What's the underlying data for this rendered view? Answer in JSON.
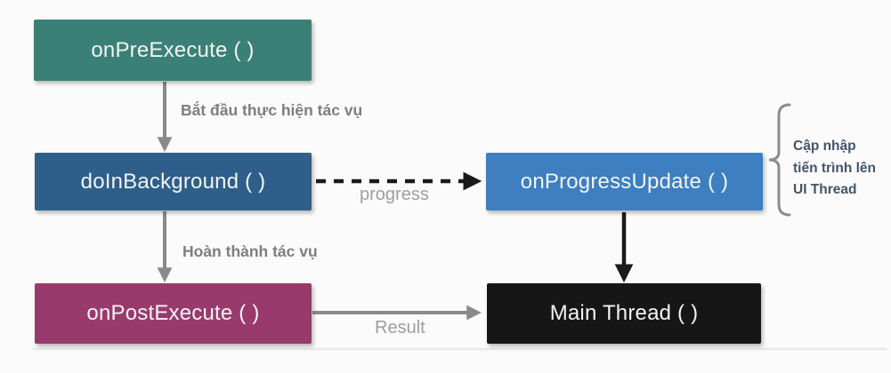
{
  "diagram": {
    "type": "flowchart",
    "subject": "AsyncTask lifecycle",
    "nodes": [
      {
        "id": "onPreExecute",
        "label": "onPreExecute ( )",
        "color": "#3B8076"
      },
      {
        "id": "doInBackground",
        "label": "doInBackground ( )",
        "color": "#2E5F8A"
      },
      {
        "id": "onProgressUpdate",
        "label": "onProgressUpdate ( )",
        "color": "#3D7FC1"
      },
      {
        "id": "onPostExecute",
        "label": "onPostExecute ( )",
        "color": "#993A6C"
      },
      {
        "id": "mainThread",
        "label": "Main Thread ( )",
        "color": "#161616"
      }
    ],
    "edges": [
      {
        "from": "onPreExecute",
        "to": "doInBackground",
        "label": "Bắt đầu thực hiện tác vụ",
        "style": "solid-gray"
      },
      {
        "from": "doInBackground",
        "to": "onProgressUpdate",
        "label": "progress",
        "style": "dashed-black"
      },
      {
        "from": "doInBackground",
        "to": "onPostExecute",
        "label": "Hoàn thành tác vụ",
        "style": "solid-gray"
      },
      {
        "from": "onPostExecute",
        "to": "mainThread",
        "label": "Result",
        "style": "solid-gray"
      },
      {
        "from": "onProgressUpdate",
        "to": "mainThread",
        "label": "",
        "style": "solid-black"
      }
    ],
    "annotation": {
      "lines": [
        "Cập nhập",
        "tiến trình lên",
        "UI Thread"
      ]
    },
    "colors": {
      "arrow_gray": "#8a8a8a",
      "arrow_black": "#1a1a1a",
      "node_text": "#f3f3f3",
      "label_bold_gray": "#7e7e7e",
      "label_light_gray": "#9e9e9e",
      "annotation_text": "#44546a",
      "background": "#fbfbfb"
    }
  }
}
